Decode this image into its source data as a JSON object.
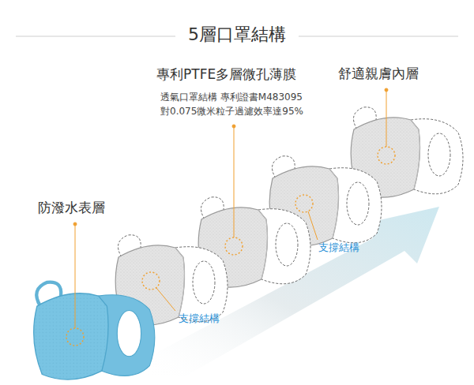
{
  "diagram": {
    "title": "5層口罩結構",
    "labels": [
      "專利PTFE多層微孔薄膜",
      "透氣口罩結構 專利證書M483095",
      "對0.075微米粒子過濾效率達95%",
      "舒適親膚內層",
      "防潑水表層",
      "支撐結構",
      "支撐結構"
    ]
  }
}
